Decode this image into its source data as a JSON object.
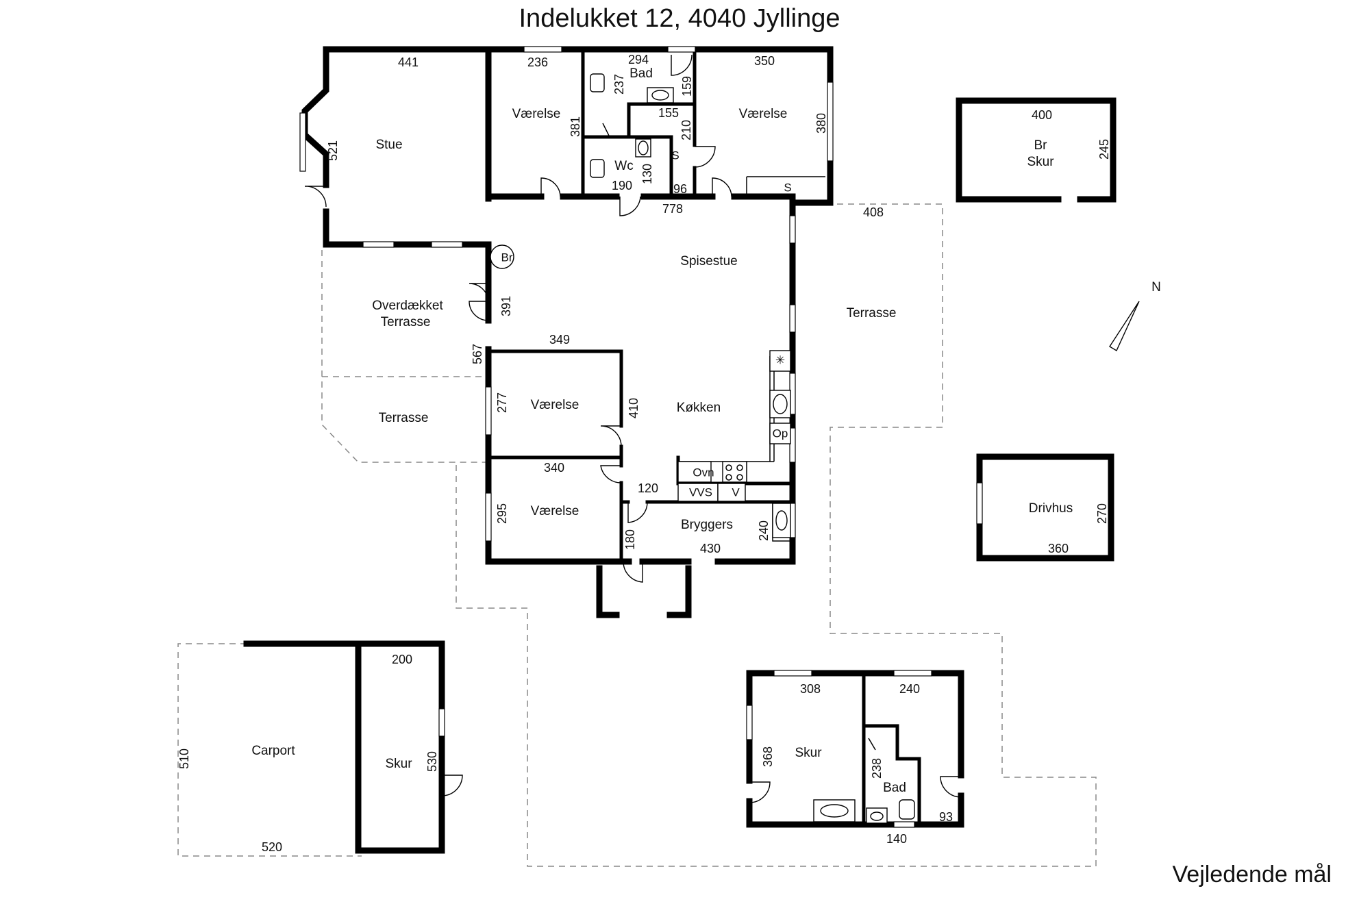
{
  "header": {
    "title": "Indelukket 12, 4040 Jyllinge"
  },
  "footer": {
    "note": "Vejledende mål"
  },
  "compass": {
    "label": "N"
  },
  "rooms": {
    "stue": "Stue",
    "vaerelse1": "Værelse",
    "bad": "Bad",
    "wc": "Wc",
    "vaerelse2": "Værelse",
    "spisestue": "Spisestue",
    "overdaekket1": "Overdækket",
    "overdaekket2": "Terrasse",
    "terrasse_w": "Terrasse",
    "terrasse_e": "Terrasse",
    "vaerelse3": "Værelse",
    "vaerelse4": "Værelse",
    "koekken": "Køkken",
    "bryggers": "Bryggers",
    "br_skur1": "Br",
    "br_skur2": "Skur",
    "drivhus": "Drivhus",
    "carport": "Carport",
    "skur_carport": "Skur",
    "skur_annex": "Skur",
    "bad_annex": "Bad"
  },
  "symbols": {
    "s1": "S",
    "s2": "S",
    "br": "Br",
    "ovn": "Ovn",
    "op": "Op",
    "vvs": "VVS",
    "v": "V"
  },
  "dims": {
    "d441": "441",
    "d236": "236",
    "d294": "294",
    "d350": "350",
    "d521": "521",
    "d381": "381",
    "d237": "237",
    "d159": "159",
    "d155": "155",
    "d210": "210",
    "d380": "380",
    "d130": "130",
    "d190": "190",
    "d96": "96",
    "d778": "778",
    "d408": "408",
    "d391": "391",
    "d567": "567",
    "d349": "349",
    "d277": "277",
    "d410": "410",
    "d340": "340",
    "d120": "120",
    "d295": "295",
    "d180": "180",
    "d430": "430",
    "d240k": "240",
    "d400": "400",
    "d245": "245",
    "d270": "270",
    "d360": "360",
    "d200": "200",
    "d510": "510",
    "d530": "530",
    "d520": "520",
    "d308": "308",
    "d240a": "240",
    "d368": "368",
    "d238": "238",
    "d93": "93",
    "d140": "140"
  }
}
